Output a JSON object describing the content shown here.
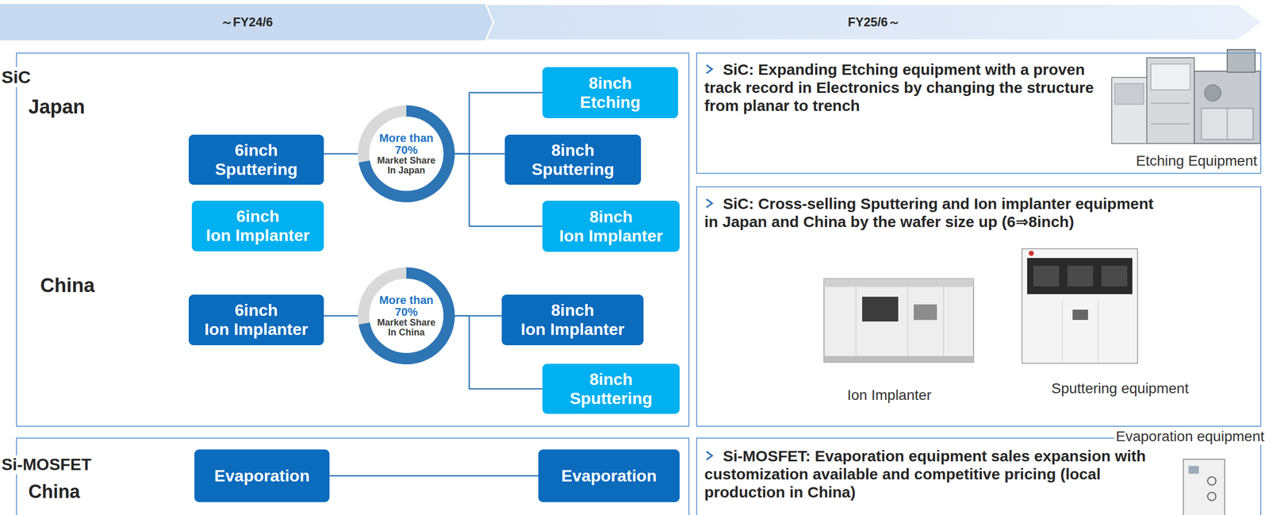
{
  "diagram": {
    "nodes": [
      {
        "text": [
          "～FY24/6"
        ]
      },
      {
        "text": [
          "FY25/6～"
        ]
      },
      {
        "text": [
          "SiC",
          "Japan",
          "China"
        ]
      },
      {
        "text": [
          "6inch Sputtering"
        ],
        "in": 2
      },
      {
        "text": [
          "6inch Ion Implanter"
        ],
        "in": 2
      },
      {
        "text": [
          "More than 70%",
          "Market Share In Japan"
        ],
        "in": 2
      },
      {
        "text": [
          "8inch Etching"
        ],
        "in": 2
      },
      {
        "text": [
          "8inch Sputtering"
        ],
        "in": 2
      },
      {
        "text": [
          "8inch Ion Implanter"
        ],
        "in": 2
      },
      {
        "text": [
          "6inch Ion Implanter"
        ],
        "in": 2
      },
      {
        "text": [
          "More than 70%",
          "Market Share In China"
        ],
        "in": 2
      },
      {
        "text": [
          "8inch Ion Implanter"
        ],
        "in": 2
      },
      {
        "text": [
          "8inch Sputtering"
        ],
        "in": 2
      },
      {
        "text": [
          "SiC: Expanding Etching equipment with a proven track record in Electronics by changing the structure from planar to trench"
        ]
      },
      {
        "text": [
          "SiC: Cross-selling Sputtering and Ion implanter equipment in Japan and China by the wafer size up (6⇒8inch)"
        ]
      },
      {
        "text": [
          "Si-MOSFET",
          "China"
        ]
      },
      {
        "text": [
          "Evaporation"
        ],
        "in": 15
      },
      {
        "text": [
          "Evaporation"
        ],
        "in": 15
      },
      {
        "text": [
          "Si-MOSFET: Evaporation equipment sales expansion with customization available and competitive pricing (local production in China)"
        ]
      }
    ],
    "edges": [
      {
        "from": 3,
        "to": 5,
        "arrow": "none"
      },
      {
        "from": 5,
        "to": 6,
        "arrow": "none"
      },
      {
        "from": 5,
        "to": 7,
        "arrow": "none"
      },
      {
        "from": 5,
        "to": 8,
        "arrow": "none"
      },
      {
        "from": 9,
        "to": 10,
        "arrow": "none"
      },
      {
        "from": 10,
        "to": 11,
        "arrow": "none"
      },
      {
        "from": 10,
        "to": 12,
        "arrow": "none"
      },
      {
        "from": 16,
        "to": 17,
        "arrow": "none"
      }
    ],
    "labels": [
      "Etching Equipment",
      "Ion Implanter",
      "Sputtering equipment",
      "Evaporation equipment"
    ]
  }
}
